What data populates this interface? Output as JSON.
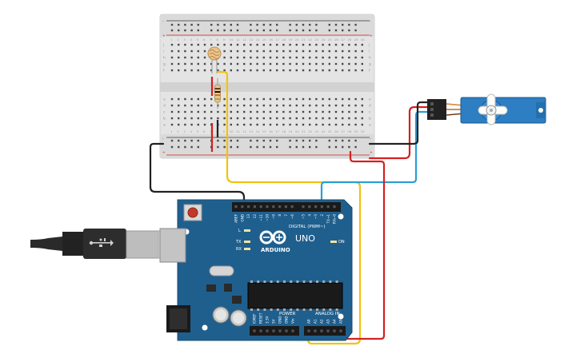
{
  "arduino": {
    "brand": "ARDUINO",
    "model": "UNO",
    "labels": {
      "digital": "DIGITAL (PWM~)",
      "power": "POWER",
      "analog_in": "ANALOG IN",
      "on": "ON",
      "l": "L",
      "tx": "TX",
      "rx": "RX"
    },
    "digital_pins": [
      "AREF",
      "GND",
      "13",
      "12",
      "~11",
      "~10",
      "~9",
      "8",
      "7",
      "~6",
      "~5",
      "4",
      "~3",
      "2",
      "TX→1",
      "RX←0"
    ],
    "power_pins": [
      "IOREF",
      "RESET",
      "3.3V",
      "5V",
      "GND",
      "GND",
      "Vin"
    ],
    "analog_pins": [
      "A0",
      "A1",
      "A2",
      "A3",
      "A4",
      "A5"
    ]
  },
  "breadboard": {
    "row_letters_top": [
      "j",
      "i",
      "h",
      "g",
      "f"
    ],
    "row_letters_bottom": [
      "e",
      "d",
      "c",
      "b",
      "a"
    ],
    "columns": [
      "1",
      "2",
      "3",
      "4",
      "5",
      "6",
      "7",
      "8",
      "9",
      "10",
      "11",
      "12",
      "13",
      "14",
      "15",
      "16",
      "17",
      "18",
      "19",
      "20",
      "21",
      "22",
      "23",
      "24",
      "25",
      "26",
      "27",
      "28",
      "29",
      "30"
    ],
    "rail_plus": "+",
    "rail_minus": "-"
  },
  "colors": {
    "wire_black": "#222222",
    "wire_red": "#d62020",
    "wire_yellow": "#f2c20f",
    "wire_blue": "#2a9fd6",
    "board_blue": "#1f5f8e",
    "servo_blue": "#2d7ec2"
  }
}
